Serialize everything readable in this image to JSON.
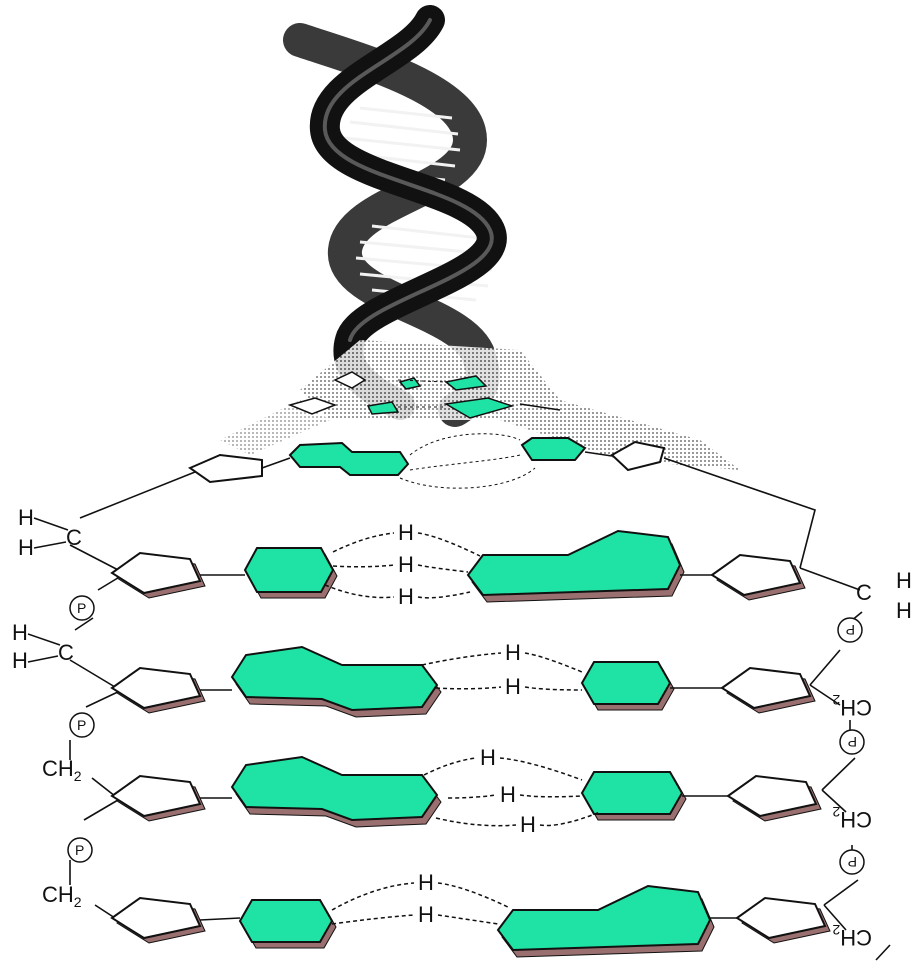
{
  "colors": {
    "base_fill": "#1ee3a4",
    "base_edge": "#9a6f6f",
    "ink": "#111111",
    "paper": "#ffffff"
  },
  "labels": {
    "hydrogen": "H",
    "carbon": "C",
    "phosphate": "P",
    "methylene": "CH",
    "methylene_subscript": "2"
  }
}
